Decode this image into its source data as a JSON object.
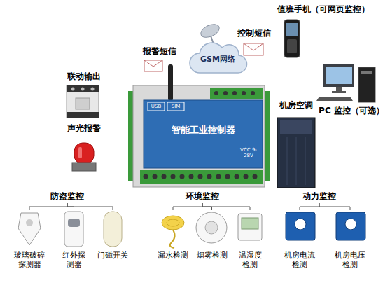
{
  "diagram": {
    "nodes": [
      {
        "text": [
          "值班手机（可网页监控）"
        ]
      },
      {
        "text": [
          "控制短信"
        ]
      },
      {
        "text": [
          "报警短信"
        ]
      },
      {
        "text": [
          "GSM网络"
        ]
      },
      {
        "text": [
          "PC 监控（可选）"
        ]
      },
      {
        "text": [
          "联动输出"
        ]
      },
      {
        "text": [
          "USB",
          "SIM",
          "智能工业控制器",
          "VCC 9-28V"
        ]
      },
      {
        "text": [
          "机房空调"
        ]
      },
      {
        "text": [
          "声光报警"
        ]
      },
      {
        "text": [
          "防盗监控"
        ]
      },
      {
        "text": [
          "环境监控"
        ]
      },
      {
        "text": [
          "动力监控"
        ]
      },
      {
        "text": [
          "玻璃破碎探测器"
        ]
      },
      {
        "text": [
          "红外探测器"
        ]
      },
      {
        "text": [
          "门磁开关"
        ]
      },
      {
        "text": [
          "漏水检测"
        ]
      },
      {
        "text": [
          "烟雾检测"
        ]
      },
      {
        "text": [
          "温湿度检测"
        ]
      },
      {
        "text": [
          "机房电流检测"
        ]
      },
      {
        "text": [
          "机房电压检测"
        ]
      }
    ],
    "edges": [
      {
        "from": 9,
        "to": 12,
        "arrow": "none"
      },
      {
        "from": 9,
        "to": 13,
        "arrow": "none"
      },
      {
        "from": 9,
        "to": 14,
        "arrow": "none"
      },
      {
        "from": 10,
        "to": 15,
        "arrow": "none"
      },
      {
        "from": 10,
        "to": 16,
        "arrow": "none"
      },
      {
        "from": 10,
        "to": 17,
        "arrow": "none"
      },
      {
        "from": 11,
        "to": 18,
        "arrow": "none"
      },
      {
        "from": 11,
        "to": 19,
        "arrow": "none"
      }
    ]
  }
}
